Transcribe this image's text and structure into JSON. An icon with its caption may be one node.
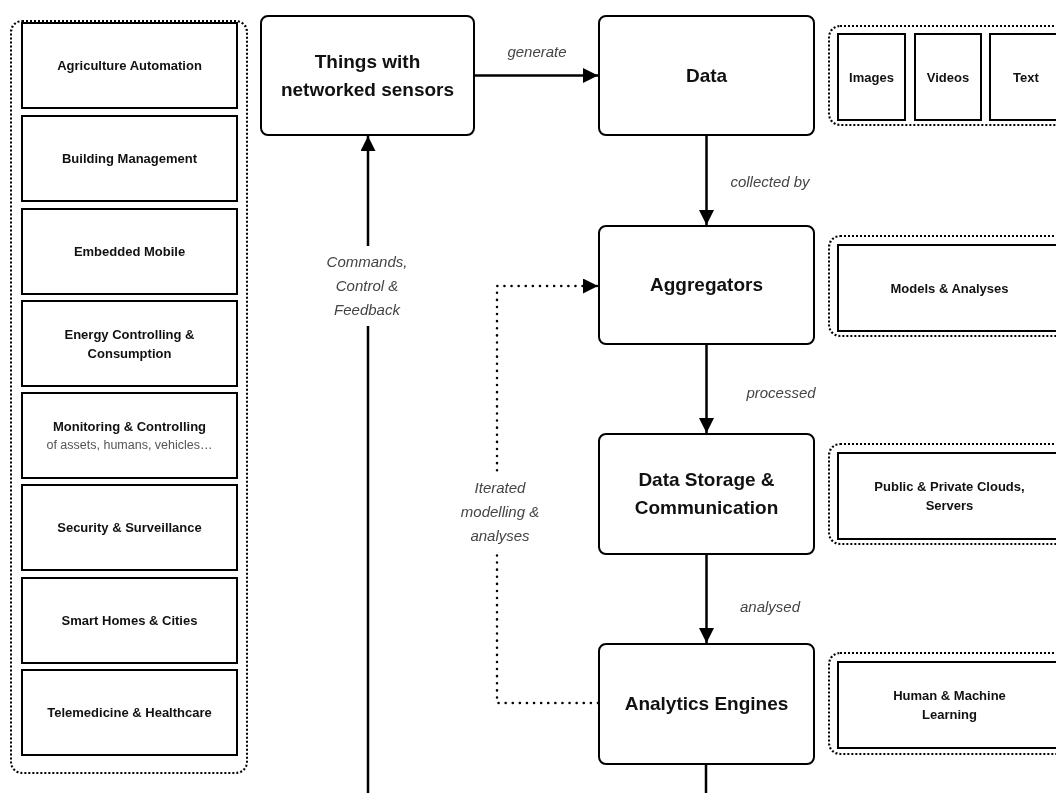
{
  "diagram": {
    "nodes": [
      {
        "text": [],
        "shape": "box"
      },
      {
        "text": [
          "Agriculture Automation"
        ],
        "in": 0
      },
      {
        "text": [
          "Building Management"
        ],
        "in": 0
      },
      {
        "text": [
          "Embedded Mobile"
        ],
        "in": 0
      },
      {
        "text": [
          "Energy Controlling & Consumption"
        ],
        "in": 0
      },
      {
        "text": [
          "Monitoring & Controlling",
          "of assets, humans, vehicles…"
        ],
        "in": 0
      },
      {
        "text": [
          "Security & Surveillance"
        ],
        "in": 0
      },
      {
        "text": [
          "Smart Homes & Cities"
        ],
        "in": 0
      },
      {
        "text": [
          "Telemedicine & Healthcare"
        ],
        "in": 0
      },
      {
        "text": [
          "Things with networked sensors"
        ]
      },
      {
        "text": [
          "Data"
        ]
      },
      {
        "text": [],
        "shape": "box"
      },
      {
        "text": [
          "Images"
        ],
        "in": 11
      },
      {
        "text": [
          "Videos"
        ],
        "in": 11
      },
      {
        "text": [
          "Text"
        ],
        "in": 11
      },
      {
        "text": [
          "Aggregators"
        ]
      },
      {
        "text": [],
        "shape": "box"
      },
      {
        "text": [
          "Models & Analyses"
        ],
        "in": 16
      },
      {
        "text": [
          "Data Storage & Communication"
        ]
      },
      {
        "text": [],
        "shape": "box"
      },
      {
        "text": [
          "Public & Private Clouds, Servers"
        ],
        "in": 19
      },
      {
        "text": [
          "Analytics Engines"
        ]
      },
      {
        "text": [],
        "shape": "box"
      },
      {
        "text": [
          "Human & Machine Learning"
        ],
        "in": 22
      }
    ],
    "edges": [
      {
        "from": 9,
        "to": 10,
        "arrow": "to",
        "label": "generate"
      },
      {
        "from": 10,
        "to": 15,
        "arrow": "to",
        "label": "collected by"
      },
      {
        "from": 15,
        "to": 18,
        "arrow": "to",
        "label": "processed"
      },
      {
        "from": 18,
        "to": 21,
        "arrow": "to",
        "label": "analysed"
      },
      {
        "from": 21,
        "to": 15,
        "arrow": "to",
        "label": "Iterated modelling & analyses",
        "style": "dashed"
      },
      {
        "from": 21,
        "to": null,
        "arrow": "none"
      },
      {
        "from": null,
        "to": 9,
        "arrow": "to",
        "label": "Commands, Control & Feedback"
      }
    ]
  }
}
